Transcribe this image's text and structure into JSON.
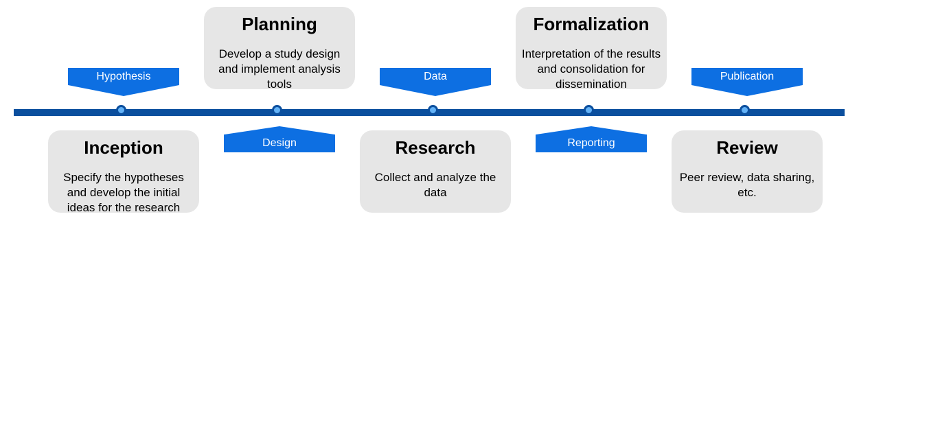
{
  "timeline": {
    "milestones": [
      {
        "flag": "Hypothesis",
        "title": "Inception",
        "description": "Specify the hypotheses and develop the initial ideas for the research",
        "flag_position": "above-line",
        "card_position": "below-line"
      },
      {
        "flag": "Design",
        "title": "Planning",
        "description": "Develop a study design and implement analysis tools",
        "flag_position": "below-line",
        "card_position": "above-line"
      },
      {
        "flag": "Data",
        "title": "Research",
        "description": "Collect and analyze the data",
        "flag_position": "above-line",
        "card_position": "below-line"
      },
      {
        "flag": "Reporting",
        "title": "Formalization",
        "description": "Interpretation of the results and consolidation for dissemination",
        "flag_position": "below-line",
        "card_position": "above-line"
      },
      {
        "flag": "Publication",
        "title": "Review",
        "description": "Peer review, data sharing, etc.",
        "flag_position": "above-line",
        "card_position": "below-line"
      }
    ],
    "colors": {
      "flag_blue": "#0d6fe2",
      "line_blue": "#0b4f9e",
      "dot_fill": "#63b2f7",
      "box_gray": "#e6e6e6",
      "flag_text": "#ffffff"
    }
  }
}
